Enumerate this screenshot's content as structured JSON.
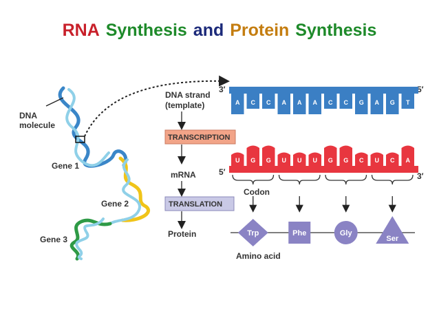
{
  "title": {
    "words": [
      {
        "text": "RNA",
        "color": "#c8202a"
      },
      {
        "text": "Synthesis",
        "color": "#1e8a2a"
      },
      {
        "text": "and",
        "color": "#1c2a7a"
      },
      {
        "text": "Protein",
        "color": "#c47d10"
      },
      {
        "text": "Synthesis",
        "color": "#1e8a2a"
      }
    ]
  },
  "labels": {
    "dna_molecule_line1": "DNA",
    "dna_molecule_line2": "molecule",
    "gene1": "Gene 1",
    "gene2": "Gene 2",
    "gene3": "Gene 3",
    "dna_strand_line1": "DNA strand",
    "dna_strand_line2": "(template)",
    "transcription": "TRANSCRIPTION",
    "mrna": "mRNA",
    "translation": "TRANSLATION",
    "protein": "Protein",
    "codon": "Codon",
    "amino_acid": "Amino acid",
    "dna_3prime": "3′",
    "dna_5prime": "5′",
    "mrna_5prime": "5′",
    "mrna_3prime": "3′"
  },
  "dna_bases": [
    "A",
    "C",
    "C",
    "A",
    "A",
    "A",
    "C",
    "C",
    "G",
    "A",
    "G",
    "T"
  ],
  "mrna_bases": [
    "U",
    "G",
    "G",
    "U",
    "U",
    "U",
    "G",
    "G",
    "C",
    "U",
    "C",
    "A"
  ],
  "amino_acids": [
    {
      "name": "Trp",
      "shape": "diamond"
    },
    {
      "name": "Phe",
      "shape": "square"
    },
    {
      "name": "Gly",
      "shape": "circle"
    },
    {
      "name": "Ser",
      "shape": "triangle"
    }
  ],
  "colors": {
    "dna_strand": "#3b7fc4",
    "mrna_strand": "#e8363f",
    "transcription_box": "#f2a488",
    "translation_box": "#c9c9e6",
    "amino_acid": "#8a83c4",
    "helix_blue": "#3a86c8",
    "helix_light": "#8fd0e8",
    "helix_yellow": "#f0c419",
    "helix_green": "#2e9a46"
  }
}
